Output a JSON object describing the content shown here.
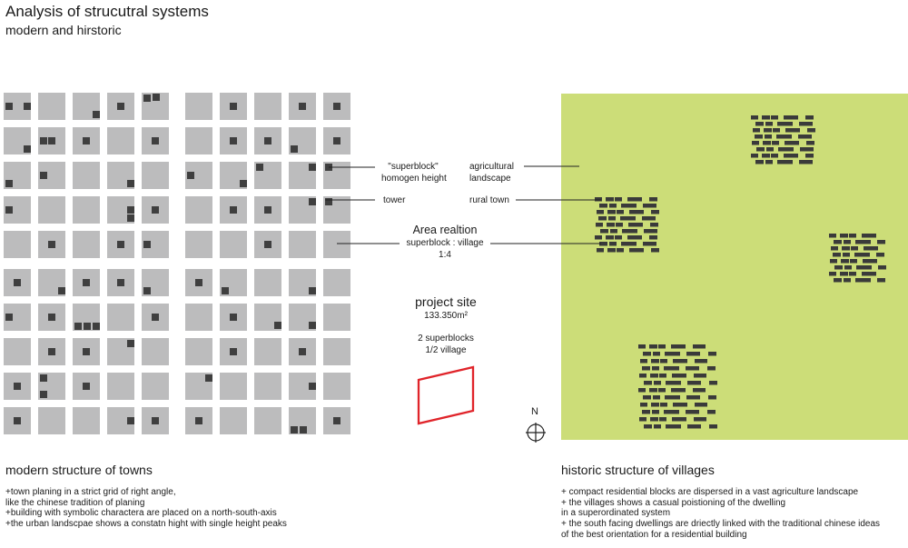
{
  "header": {
    "title": "Analysis of strucutral systems",
    "subtitle": "modern and hirstoric"
  },
  "labels": {
    "superblock": "\"superblock\"",
    "homogen_height": "homogen height",
    "tower": "tower",
    "agricultural": "agricultural",
    "landscape": "landscape",
    "rural_town": "rural town",
    "area_title": "Area realtion",
    "area_ratio": "superblock : village",
    "area_value": "1:4"
  },
  "project_site": {
    "title": "project site",
    "area": "133.350m²",
    "line1": "2 superblocks",
    "line2": "1/2 village"
  },
  "north": "N",
  "modern": {
    "heading": "modern structure of towns",
    "lines": [
      "+town planing in a strict grid of right angle,",
      "like the chinese tradition of planing",
      "+building with symbolic charactera are placed on a  north-south-axis",
      "+the urban landscpae shows a constatn hight with single height peaks"
    ]
  },
  "historic": {
    "heading": "historic structure of villages",
    "lines": [
      "+ compact residential blocks are dispersed in a vast agriculture landscape",
      "+ the villages shows a casual poistioning of the dwelling",
      "in a superordinated system",
      "+ the south facing dwellings are driectly linked with the traditional chinese ideas",
      "of the best orientation for a residential building"
    ]
  },
  "colors": {
    "block": "#bcbcbd",
    "tower": "#3f3f3f",
    "field": "#ccdd78",
    "dwelling": "#3a3a3a",
    "site": "#e0242a"
  },
  "grid": {
    "rows": 10,
    "cols": 10,
    "towers": [
      [
        0,
        0,
        "L"
      ],
      [
        0,
        0,
        "R"
      ],
      [
        0,
        2,
        "BR"
      ],
      [
        0,
        3,
        "C"
      ],
      [
        0,
        4,
        "TL"
      ],
      [
        0,
        4,
        "TL2"
      ],
      [
        0,
        6,
        "C"
      ],
      [
        0,
        8,
        "C"
      ],
      [
        0,
        9,
        "C"
      ],
      [
        1,
        0,
        "BR"
      ],
      [
        1,
        1,
        "L"
      ],
      [
        1,
        1,
        "C"
      ],
      [
        1,
        2,
        "C"
      ],
      [
        1,
        4,
        "C"
      ],
      [
        1,
        6,
        "C"
      ],
      [
        1,
        7,
        "C"
      ],
      [
        1,
        8,
        "BL"
      ],
      [
        1,
        9,
        "C"
      ],
      [
        2,
        0,
        "BL"
      ],
      [
        2,
        1,
        "L"
      ],
      [
        2,
        3,
        "BR"
      ],
      [
        2,
        5,
        "L"
      ],
      [
        2,
        6,
        "BR"
      ],
      [
        2,
        7,
        "TL"
      ],
      [
        2,
        8,
        "TR"
      ],
      [
        2,
        9,
        "TL"
      ],
      [
        3,
        0,
        "L"
      ],
      [
        3,
        3,
        "R"
      ],
      [
        3,
        3,
        "BR"
      ],
      [
        3,
        4,
        "C"
      ],
      [
        3,
        6,
        "C"
      ],
      [
        3,
        7,
        "C"
      ],
      [
        3,
        8,
        "TR"
      ],
      [
        3,
        9,
        "TL"
      ],
      [
        4,
        1,
        "C"
      ],
      [
        4,
        3,
        "C"
      ],
      [
        4,
        4,
        "L"
      ],
      [
        4,
        7,
        "C"
      ],
      [
        5,
        0,
        "C"
      ],
      [
        5,
        1,
        "BR"
      ],
      [
        5,
        2,
        "C"
      ],
      [
        5,
        3,
        "C"
      ],
      [
        5,
        4,
        "BL"
      ],
      [
        5,
        5,
        "C"
      ],
      [
        5,
        6,
        "BL"
      ],
      [
        5,
        8,
        "BR"
      ],
      [
        6,
        0,
        "L"
      ],
      [
        6,
        1,
        "C"
      ],
      [
        6,
        2,
        "B1"
      ],
      [
        6,
        2,
        "B2"
      ],
      [
        6,
        2,
        "B3"
      ],
      [
        6,
        4,
        "C"
      ],
      [
        6,
        6,
        "C"
      ],
      [
        6,
        7,
        "BR"
      ],
      [
        6,
        8,
        "BR"
      ],
      [
        7,
        1,
        "C"
      ],
      [
        7,
        2,
        "C"
      ],
      [
        7,
        3,
        "TR"
      ],
      [
        7,
        6,
        "C"
      ],
      [
        7,
        8,
        "C"
      ],
      [
        8,
        0,
        "C"
      ],
      [
        8,
        1,
        "TL"
      ],
      [
        8,
        1,
        "BL"
      ],
      [
        8,
        2,
        "C"
      ],
      [
        8,
        5,
        "TR"
      ],
      [
        8,
        8,
        "R"
      ],
      [
        8,
        8,
        "RR"
      ],
      [
        9,
        0,
        "C"
      ],
      [
        9,
        3,
        "R"
      ],
      [
        9,
        4,
        "C"
      ],
      [
        9,
        5,
        "C"
      ],
      [
        9,
        8,
        "B1"
      ],
      [
        9,
        8,
        "B2"
      ],
      [
        9,
        9,
        "C"
      ]
    ]
  },
  "villages": [
    {
      "rows": 9,
      "cols": 6
    },
    {
      "rows": 8,
      "cols": 6
    },
    {
      "rows": 12,
      "cols": 7
    },
    {
      "rows": 8,
      "cols": 5
    }
  ]
}
